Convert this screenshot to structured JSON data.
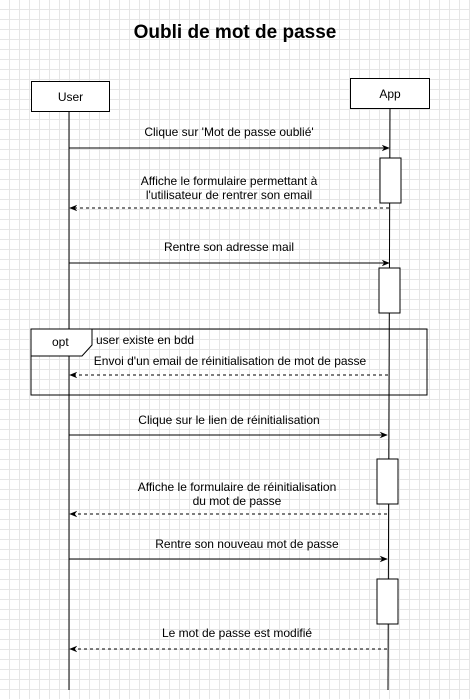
{
  "diagram": {
    "title": "Oubli de mot de passe",
    "actors": [
      {
        "id": "user",
        "label": "User"
      },
      {
        "id": "app",
        "label": "App"
      }
    ],
    "fragment": {
      "operator": "opt",
      "guard": "user existe en bdd"
    },
    "messages": [
      {
        "label": "Clique sur 'Mot de passe oublié'",
        "from": "User",
        "to": "App",
        "style": "solid"
      },
      {
        "label_lines": [
          "Affiche le formulaire permettant à",
          "l'utilisateur de rentrer son email"
        ],
        "from": "App",
        "to": "User",
        "style": "dashed"
      },
      {
        "label": "Rentre son adresse mail",
        "from": "User",
        "to": "App",
        "style": "solid"
      },
      {
        "label": "Envoi d'un email de réinitialisation de mot de passe",
        "from": "App",
        "to": "User",
        "style": "dashed"
      },
      {
        "label": "Clique sur le lien de réinitialisation",
        "from": "User",
        "to": "App",
        "style": "solid"
      },
      {
        "label_lines": [
          "Affiche le formulaire de réinitialisation",
          "du mot de passe"
        ],
        "from": "App",
        "to": "User",
        "style": "dashed"
      },
      {
        "label": "Rentre son nouveau mot de passe",
        "from": "User",
        "to": "App",
        "style": "solid"
      },
      {
        "label": "Le mot de passe est modifié",
        "from": "App",
        "to": "User",
        "style": "dashed"
      }
    ]
  }
}
